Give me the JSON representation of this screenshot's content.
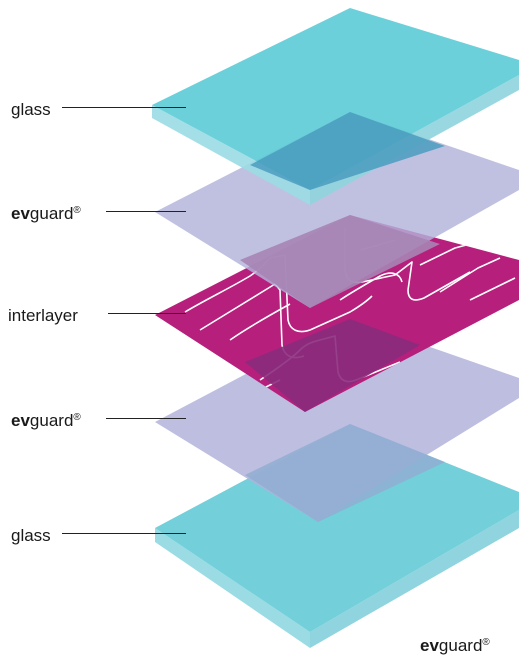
{
  "layers": [
    {
      "brand": "",
      "label": "glass",
      "suffix": ""
    },
    {
      "brand": "ev",
      "label": "guard",
      "suffix": "®"
    },
    {
      "brand": "",
      "label": "interlayer",
      "suffix": ""
    },
    {
      "brand": "ev",
      "label": "guard",
      "suffix": "®"
    },
    {
      "brand": "",
      "label": "glass",
      "suffix": ""
    }
  ],
  "logo": {
    "brand": "ev",
    "name": "guard",
    "mark": "®"
  },
  "colors": {
    "glass_top": "#5ccbd6",
    "glass_edge": "#9adbe4",
    "evguard": "#b2b3db",
    "interlayer": "#b61f7c",
    "interlayer_lines": "#ffffff"
  }
}
